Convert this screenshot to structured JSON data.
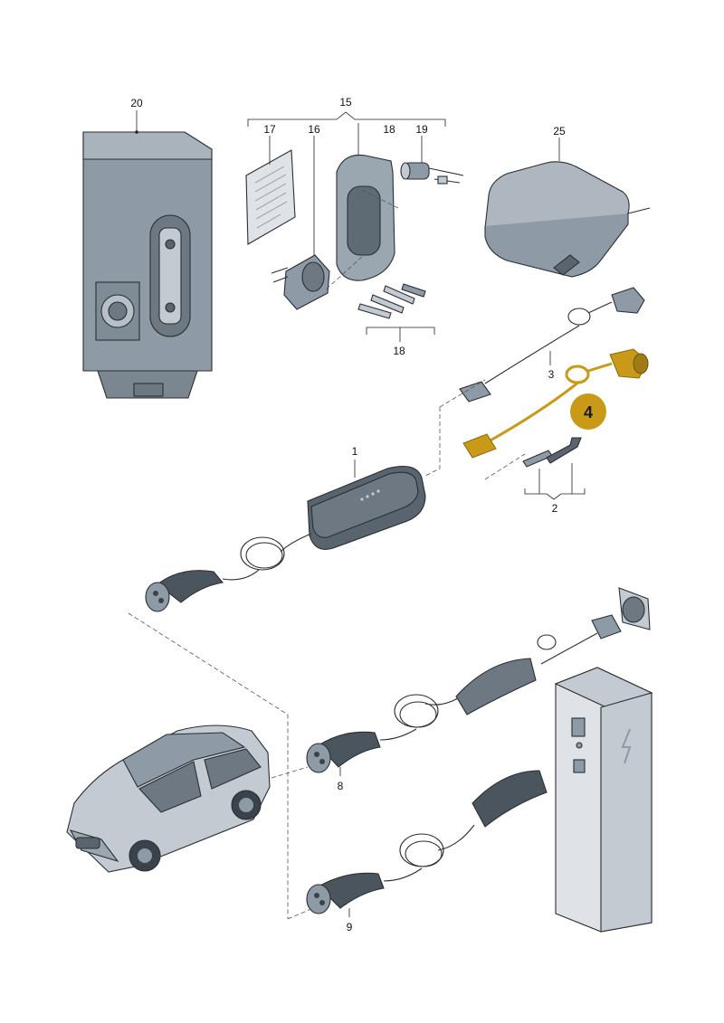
{
  "labels": {
    "p1": "1",
    "p2": "2",
    "p3": "3",
    "p4": "4",
    "p8": "8",
    "p9": "9",
    "p15": "15",
    "p16": "16",
    "p17": "17",
    "p18a": "18",
    "p18b": "18",
    "p19": "19",
    "p20": "20",
    "p25": "25"
  },
  "highlight_part": "4",
  "colors": {
    "part_fill": "#8e9aa5",
    "part_light": "#c3cad1",
    "part_dark": "#59646e",
    "highlight": "#c99a18",
    "badge": "#c99a18"
  }
}
